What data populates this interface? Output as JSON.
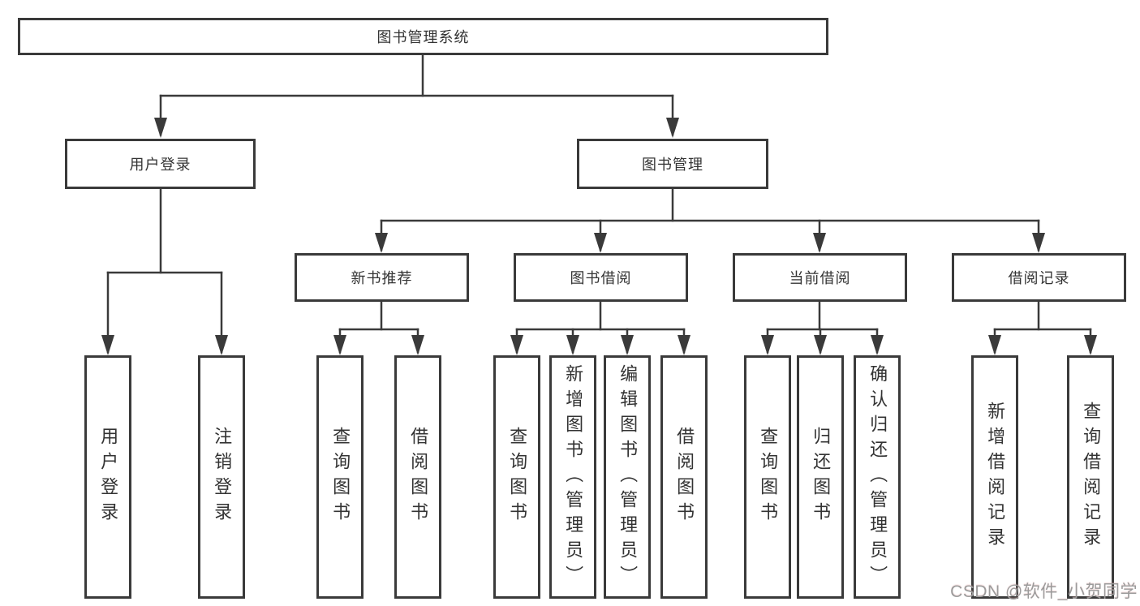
{
  "nodes": {
    "root": "图书管理系统",
    "level2": [
      "用户登录",
      "图书管理"
    ],
    "level3": [
      "新书推荐",
      "图书借阅",
      "当前借阅",
      "借阅记录"
    ],
    "leaves": [
      "用户登录",
      "注销登录",
      "查询图书",
      "借阅图书",
      "查询图书",
      "新增图书（管理员）",
      "编辑图书（管理员）",
      "借阅图书",
      "查询图书",
      "归还图书",
      "确认归还（管理员）",
      "新增借阅记录",
      "查询借阅记录"
    ]
  },
  "watermark": "CSDN @软件_小贺同学",
  "colors": {
    "line": "#3a3a3a",
    "text": "#333333",
    "background": "#ffffff",
    "watermark": "#9b9b9b"
  }
}
